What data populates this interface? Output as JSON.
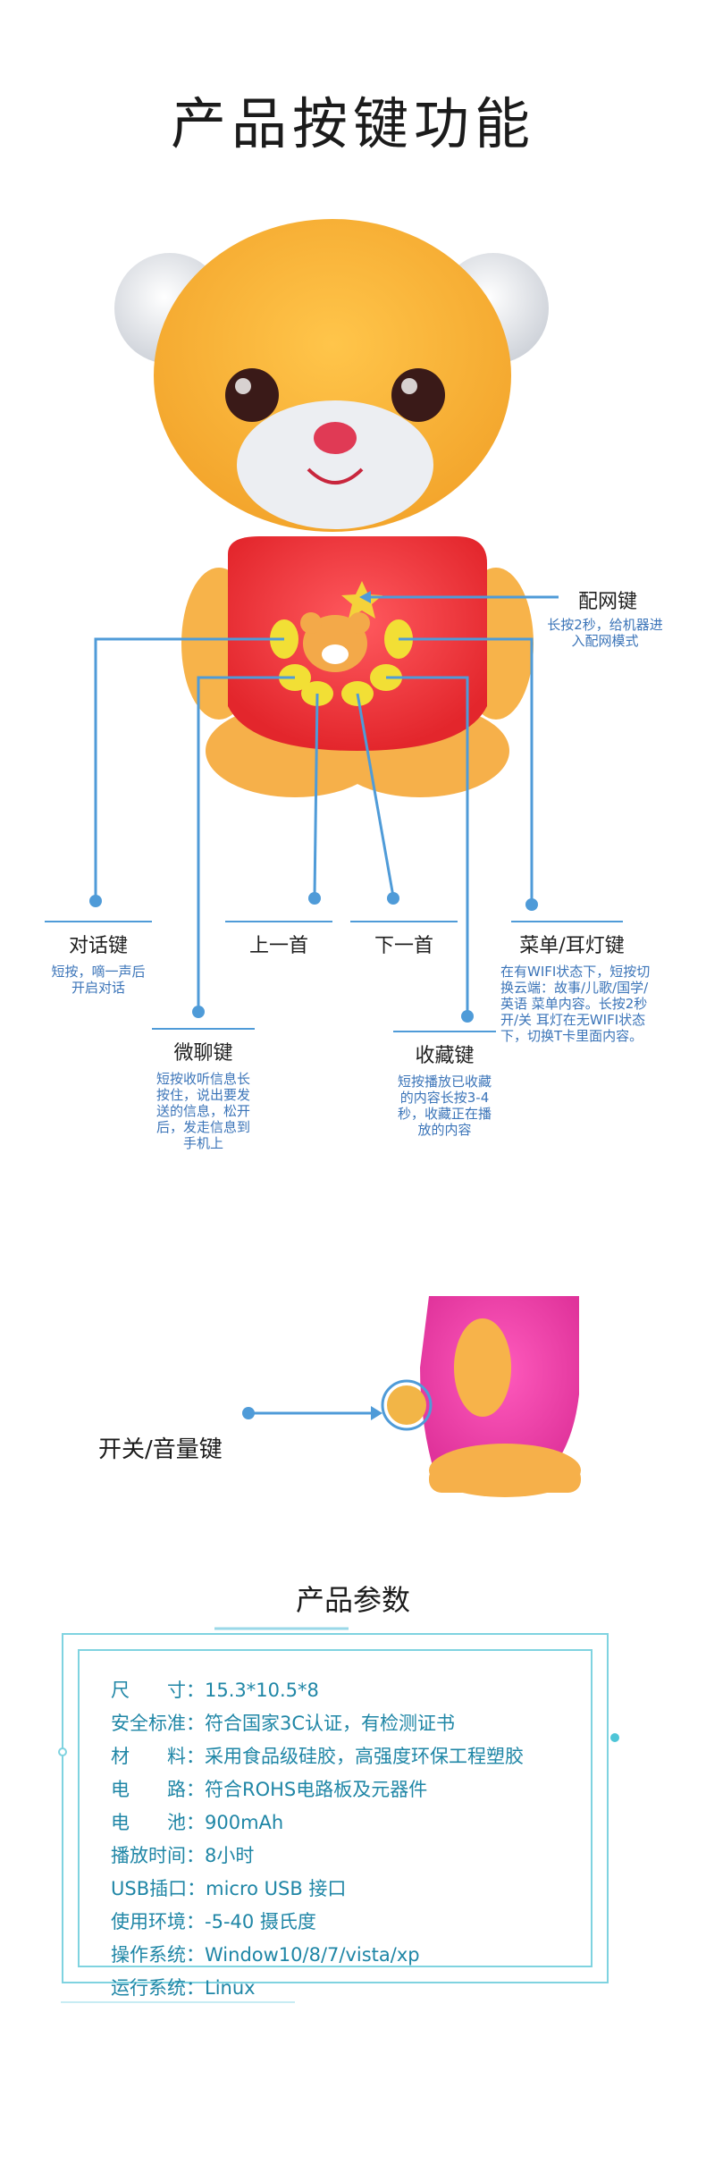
{
  "title": "产品按键功能",
  "buttons": {
    "network": {
      "label": "配网键",
      "desc": "长按2秒，给机器进入配网模式"
    },
    "talk": {
      "label": "对话键",
      "desc": "短按，嘀一声后开启对话"
    },
    "prev": {
      "label": "上一首"
    },
    "next": {
      "label": "下一首"
    },
    "menu": {
      "label": "菜单/耳灯键",
      "desc": "在有WIFI状态下，短按切换云端：故事/儿歌/国学/英语 菜单内容。长按2秒 开/关 耳灯在无WIFI状态下，切换T卡里面内容。"
    },
    "wechat": {
      "label": "微聊键",
      "desc": "短按收听信息长按住，说出要发送的信息，松开后，发走信息到手机上"
    },
    "favorite": {
      "label": "收藏键",
      "desc": "短按播放已收藏的内容长按3-4秒，收藏正在播放的内容"
    }
  },
  "switch": {
    "label": "开关/音量键"
  },
  "params": {
    "title": "产品参数",
    "rows": [
      {
        "key": "尺　　寸：",
        "value": "15.3*10.5*8"
      },
      {
        "key": "安全标准：",
        "value": "符合国家3C认证，有检测证书"
      },
      {
        "key": "材　　料：",
        "value": "采用食品级硅胶，高强度环保工程塑胶"
      },
      {
        "key": "电　　路：",
        "value": "符合ROHS电路板及元器件"
      },
      {
        "key": "电　　池：",
        "value": "900mAh"
      },
      {
        "key": "播放时间：",
        "value": "8小时"
      },
      {
        "key": "USB插口：",
        "value": "micro USB 接口"
      },
      {
        "key": "使用环境：",
        "value": "-5-40 摄氏度"
      },
      {
        "key": "操作系统：",
        "value": "Window10/8/7/vista/xp"
      },
      {
        "key": "运行系统：",
        "value": "Linux"
      }
    ]
  },
  "colors": {
    "line": "#4f9bd8",
    "desc": "#3b74b8",
    "param": "#1f86a6",
    "frame": "#7fd3e0"
  }
}
